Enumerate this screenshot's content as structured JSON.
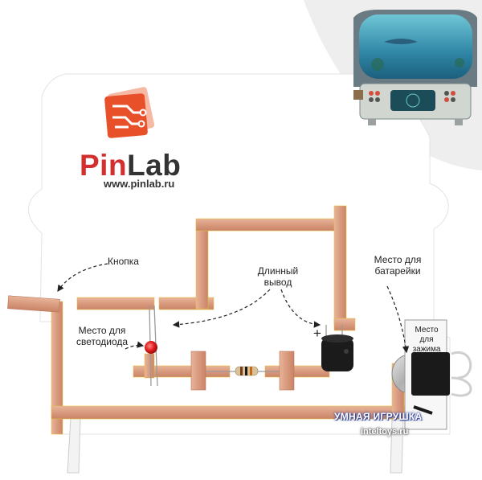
{
  "brand": {
    "name_part1": "Pin",
    "name_part2": "Lab",
    "website": "www.pinlab.ru"
  },
  "labels": {
    "button": "Кнопка",
    "led_place_line1": "Место для",
    "led_place_line2": "светодиода",
    "long_lead_line1": "Длинный",
    "long_lead_line2": "вывод",
    "battery_place_line1": "Место для",
    "battery_place_line2": "батарейки",
    "clip_place_line1": "Место",
    "clip_place_line2": "для",
    "clip_place_line3": "зажима",
    "plus_sign": "+"
  },
  "watermark": {
    "line1": "УМНАЯ ИГРУШКА",
    "line2": "inteltoys.ru"
  },
  "colors": {
    "copper": "#d99a7e",
    "copper_dark": "#b97556",
    "logo": "#e8502a",
    "brand_red": "#d32f2f",
    "board": "#ffffff"
  }
}
